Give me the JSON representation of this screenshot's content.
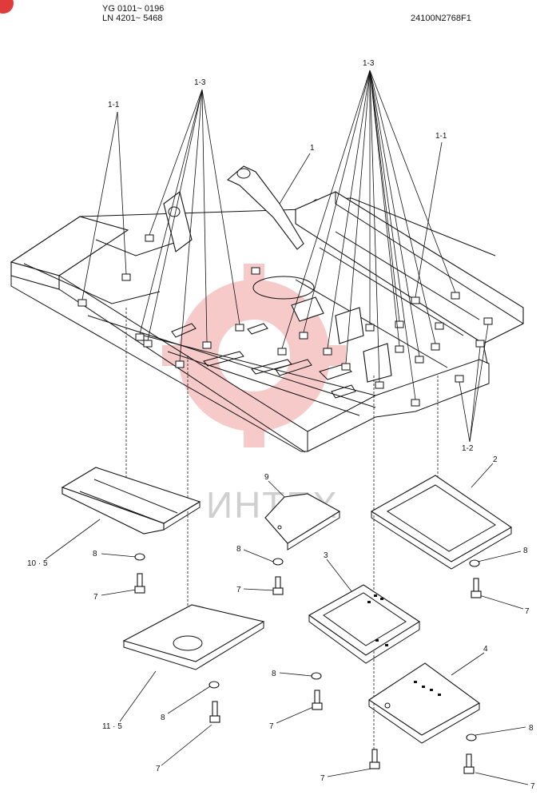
{
  "header": {
    "serial_line_1": "YG 0101~ 0196",
    "serial_line_2": "LN 4201~ 5468",
    "drawing_code": "24100N2768F1"
  },
  "watermark": {
    "text": "ИНТЕХ",
    "color": "#e03a3a"
  },
  "callouts": {
    "c1": "1",
    "c1_1_left": "1-1",
    "c1_1_right": "1-1",
    "c1_2": "1-2",
    "c1_3_left": "1-3",
    "c1_3_right": "1-3",
    "c2": "2",
    "c3": "3",
    "c4": "4",
    "c9": "9",
    "c10_5": "10 · 5",
    "c11_5": "11 · 5",
    "c8_a": "8",
    "c8_b": "8",
    "c8_c": "8",
    "c8_d": "8",
    "c8_e": "8",
    "c8_f": "8",
    "c7_a": "7",
    "c7_b": "7",
    "c7_c": "7",
    "c7_d": "7",
    "c7_e": "7",
    "c7_f": "7",
    "c7_g": "7"
  }
}
